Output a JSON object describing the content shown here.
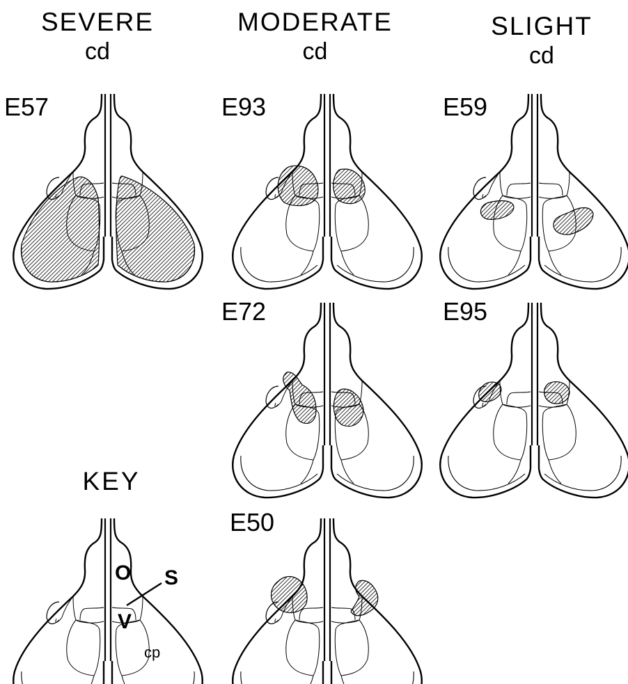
{
  "columns": [
    {
      "title": "SEVERE",
      "subtitle": "cd"
    },
    {
      "title": "MODERATE",
      "subtitle": "cd"
    },
    {
      "title": "SLIGHT",
      "subtitle": "cd"
    }
  ],
  "panels": [
    {
      "id": "E57",
      "severity": "SEVERE"
    },
    {
      "id": "E93",
      "severity": "MODERATE"
    },
    {
      "id": "E59",
      "severity": "SLIGHT"
    },
    {
      "id": "E72",
      "severity": "MODERATE"
    },
    {
      "id": "E95",
      "severity": "SLIGHT"
    },
    {
      "id": "E50",
      "severity": "MODERATE"
    }
  ],
  "key": {
    "title": "KEY",
    "labels": {
      "o": "O",
      "s": "S",
      "v": "V",
      "cp": "cp"
    }
  }
}
